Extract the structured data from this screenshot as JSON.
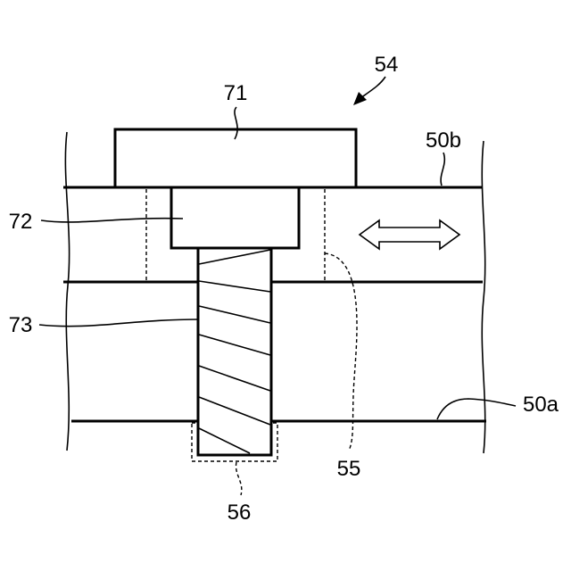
{
  "labels": {
    "assembly": "54",
    "head": "71",
    "flange": "72",
    "shaft": "73",
    "upper_member": "50b",
    "lower_member": "50a",
    "slot": "55",
    "hole": "56"
  },
  "icons": {
    "motion": "double-headed-arrow-icon",
    "pointer": "pointer-arrow-icon"
  }
}
